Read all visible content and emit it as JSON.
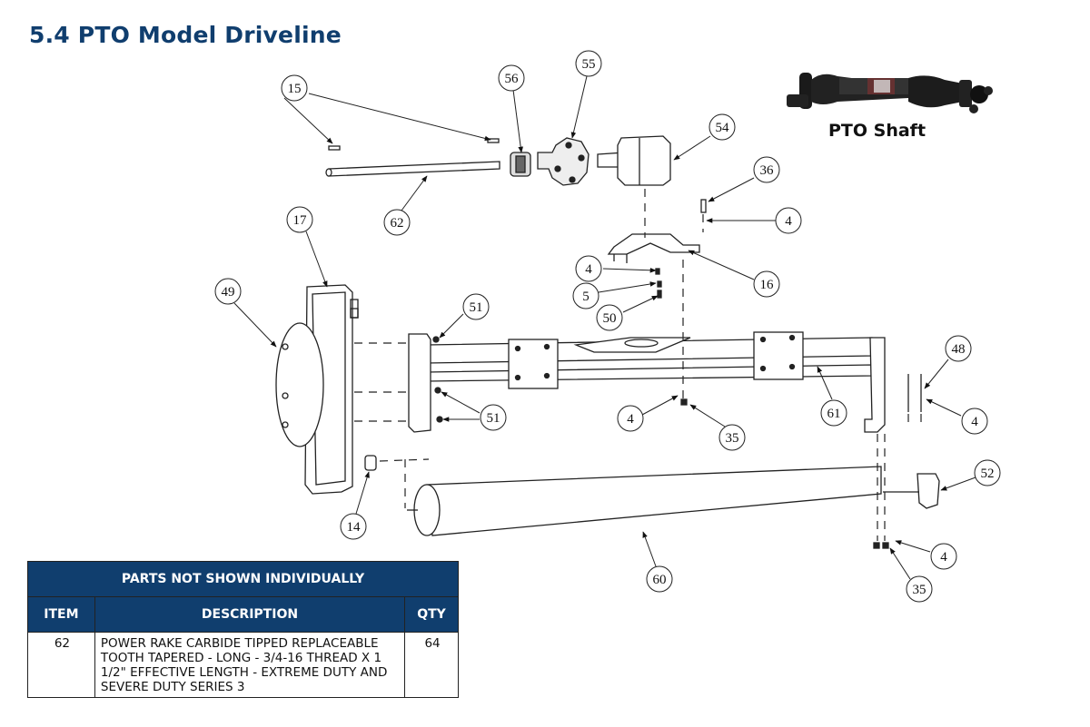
{
  "page": {
    "section_title": "5.4 PTO Model Driveline"
  },
  "inset": {
    "caption": "PTO Shaft"
  },
  "callouts": [
    {
      "id": "c15",
      "label": "15"
    },
    {
      "id": "c56",
      "label": "56"
    },
    {
      "id": "c55",
      "label": "55"
    },
    {
      "id": "c54",
      "label": "54"
    },
    {
      "id": "c62",
      "label": "62"
    },
    {
      "id": "c36",
      "label": "36"
    },
    {
      "id": "c4a",
      "label": "4"
    },
    {
      "id": "c17",
      "label": "17"
    },
    {
      "id": "c4b",
      "label": "4"
    },
    {
      "id": "c16",
      "label": "16"
    },
    {
      "id": "c5",
      "label": "5"
    },
    {
      "id": "c50",
      "label": "50"
    },
    {
      "id": "c49",
      "label": "49"
    },
    {
      "id": "c51a",
      "label": "51"
    },
    {
      "id": "c48",
      "label": "48"
    },
    {
      "id": "c51b",
      "label": "51"
    },
    {
      "id": "c4c",
      "label": "4"
    },
    {
      "id": "c35a",
      "label": "35"
    },
    {
      "id": "c61",
      "label": "61"
    },
    {
      "id": "c4d",
      "label": "4"
    },
    {
      "id": "c52",
      "label": "52"
    },
    {
      "id": "c14",
      "label": "14"
    },
    {
      "id": "c60",
      "label": "60"
    },
    {
      "id": "c4e",
      "label": "4"
    },
    {
      "id": "c35b",
      "label": "35"
    }
  ],
  "parts_table": {
    "caption": "PARTS NOT SHOWN INDIVIDUALLY",
    "headers": {
      "item": "ITEM",
      "description": "DESCRIPTION",
      "qty": "QTY"
    },
    "rows": [
      {
        "item": "62",
        "description": "POWER RAKE CARBIDE TIPPED REPLACEABLE TOOTH TAPERED - LONG - 3/4-16 THREAD X 1 1/2\" EFFECTIVE LENGTH - EXTREME DUTY AND SEVERE DUTY SERIES 3",
        "qty": "64"
      }
    ]
  },
  "colors": {
    "heading": "#103e6e",
    "table_header_bg": "#103e6e",
    "line": "#222222"
  }
}
